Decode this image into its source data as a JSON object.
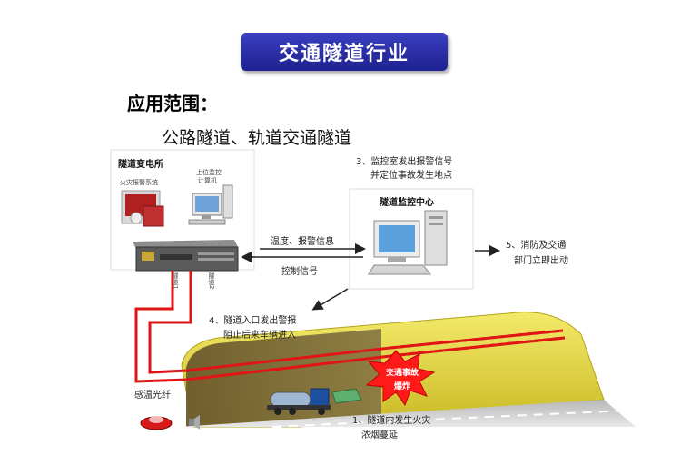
{
  "title": "交通隧道行业",
  "heading": "应用范围：",
  "subtitle": "公路隧道、轨道交通隧道",
  "substation": {
    "title": "隧道变电所",
    "fire_alarm_label": "火灾报警系统",
    "upper_pc_label_1": "上位监控",
    "upper_pc_label_2": "计算机",
    "port1": "隧道1",
    "port2": "隧道2"
  },
  "control_center": {
    "title": "隧道监控中心"
  },
  "links": {
    "temp_alarm": "温度、报警信息",
    "control_signal": "控制信号"
  },
  "steps": {
    "step3_line1": "3、监控室发出报警信号",
    "step3_line2": "并定位事故发生地点",
    "step5_line1": "5、消防及交通",
    "step5_line2": "部门立即出动",
    "step4_line1": "4、隧道入口发出警报",
    "step4_line2": "阻止后来车辆进入",
    "step1_line1": "1、隧道内发生火灾",
    "step1_line2": "浓烟蔓延"
  },
  "fiber_label": "感温光纤",
  "accident_label_1": "交通事故",
  "accident_label_2": "爆炸",
  "colors": {
    "banner": "#2a2fae",
    "fiber": "#e01515",
    "tunnel": "#e9dc3a",
    "arrow": "#222222"
  }
}
